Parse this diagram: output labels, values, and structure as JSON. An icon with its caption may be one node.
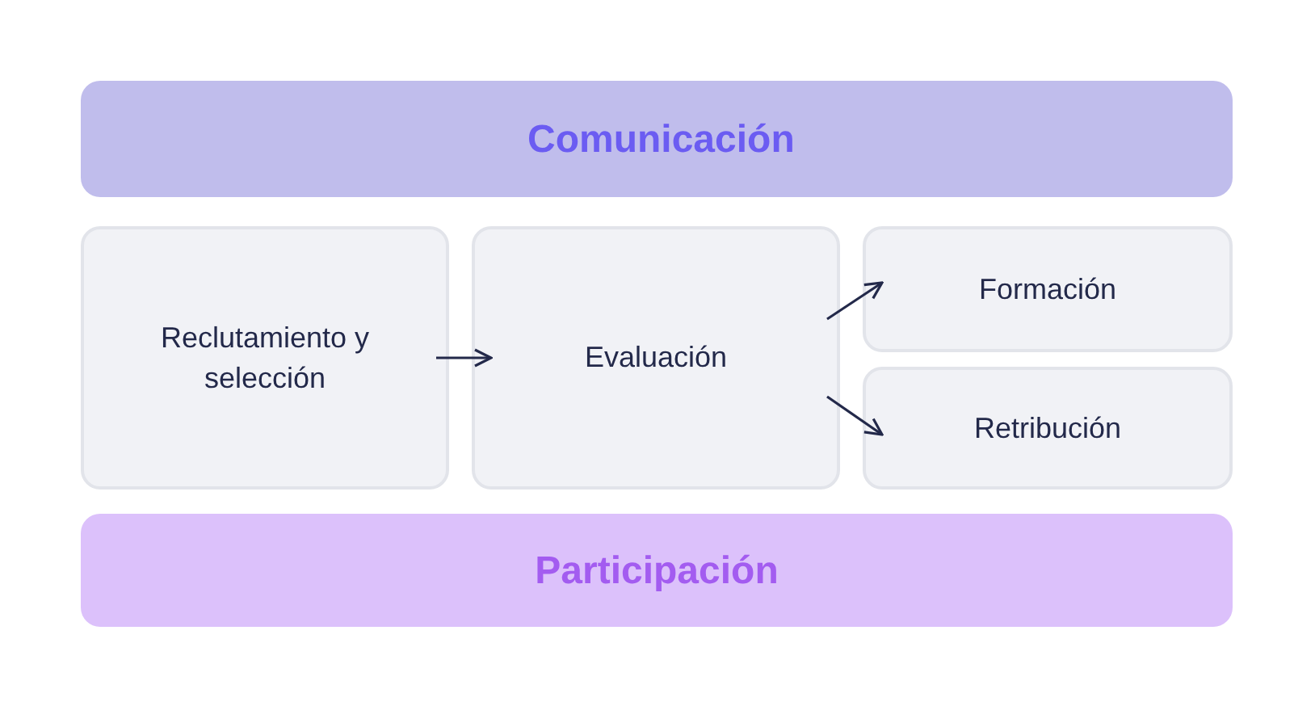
{
  "diagram": {
    "nodes": [
      {
        "text": [
          "Comunicación"
        ]
      },
      {
        "text": [
          "Reclutamiento y selección"
        ]
      },
      {
        "text": [
          "Evaluación"
        ]
      },
      {
        "text": [
          "Formación"
        ]
      },
      {
        "text": [
          "Retribución"
        ]
      },
      {
        "text": [
          "Participación"
        ]
      }
    ],
    "edges": [
      {
        "from": 1,
        "to": 2,
        "arrow": "to"
      },
      {
        "from": 2,
        "to": 3,
        "arrow": "to"
      },
      {
        "from": 2,
        "to": 4,
        "arrow": "to"
      }
    ]
  }
}
